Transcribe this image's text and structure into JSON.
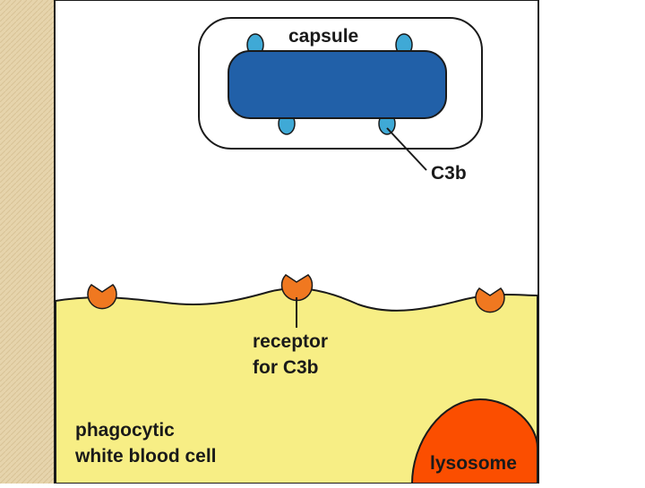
{
  "labels": {
    "capsule": "capsule",
    "c3b": "C3b",
    "receptor_line1": "receptor",
    "receptor_line2": "for C3b",
    "cell_line1": "phagocytic",
    "cell_line2": "white blood cell",
    "lysosome": "lysosome"
  },
  "colors": {
    "left_panel": "#e6d4ac",
    "left_panel_hatch": "#d8c396",
    "background": "#ffffff",
    "frame": "#1a1a1a",
    "capsule_fill": "#ffffff",
    "bacterium": "#2160a8",
    "c3b": "#3fa9d6",
    "cell": "#f7ee85",
    "receptor": "#f07820",
    "lysosome": "#fb4e00"
  }
}
